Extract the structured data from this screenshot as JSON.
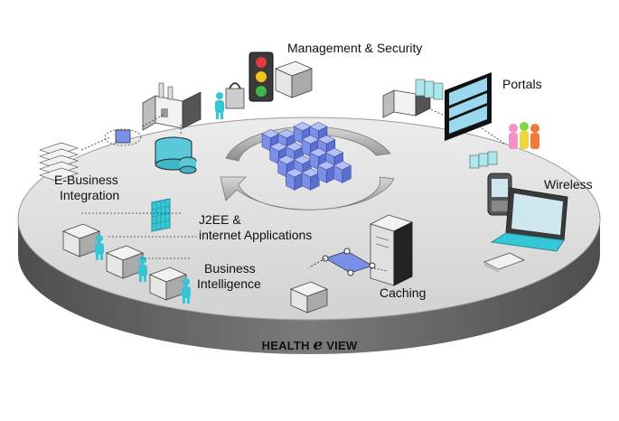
{
  "labels": {
    "management": "Management & Security",
    "portals": "Portals",
    "ebiz_line1": "E-Business",
    "ebiz_line2": "Integration",
    "wireless": "Wireless",
    "j2ee_line1": "J2EE &",
    "j2ee_line2": "internet Applications",
    "bi_line1": "Business",
    "bi_line2": "Intelligence",
    "caching": "Caching"
  },
  "brand": {
    "part1": "HEALTH ",
    "part2": "e",
    "part3": " VIEW"
  },
  "colors": {
    "platform_top": "#dcdcdc",
    "platform_side": "#6e6e6e",
    "cube": "#7b8fe6",
    "accent_cyan": "#35c7d6",
    "dark": "#2a2a2a"
  },
  "icons": [
    "factory-icon",
    "traffic-light-icon",
    "server-rack-icon",
    "database-icon",
    "cube-cluster-icon",
    "portal-window-icon",
    "people-icon",
    "pda-icon",
    "laptop-icon",
    "tower-server-icon",
    "workstation-icon",
    "network-diagram-icon",
    "user-figure-icon",
    "grid-icon"
  ]
}
